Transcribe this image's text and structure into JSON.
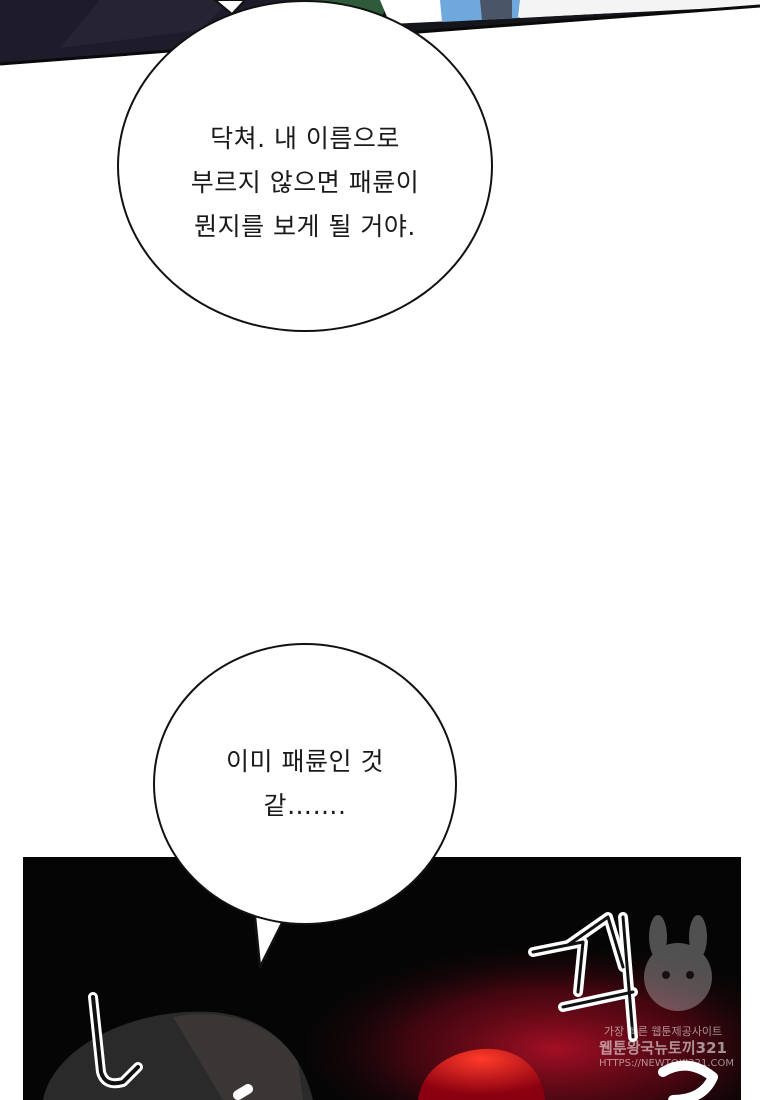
{
  "colors": {
    "panel_dark": "#050505",
    "bubble_border": "#111111",
    "text": "#1a1a1a",
    "red_glow": "#b3001b"
  },
  "dialogue": {
    "bubble1": "닥쳐. 내 이름으로\n부르지 않으면 패륜이\n뭔지를 보게 될 거야.",
    "bubble2": "이미 패륜인 것\n같……."
  },
  "watermark": {
    "line1": "가장 빠른 웹툰제공사이트",
    "line2": "웹툰왕국뉴토끼321",
    "line3": "HTTPS://NEWTOKI321.COM"
  },
  "icons": [
    "sfx-lettering",
    "bunny-watermark-icon"
  ]
}
